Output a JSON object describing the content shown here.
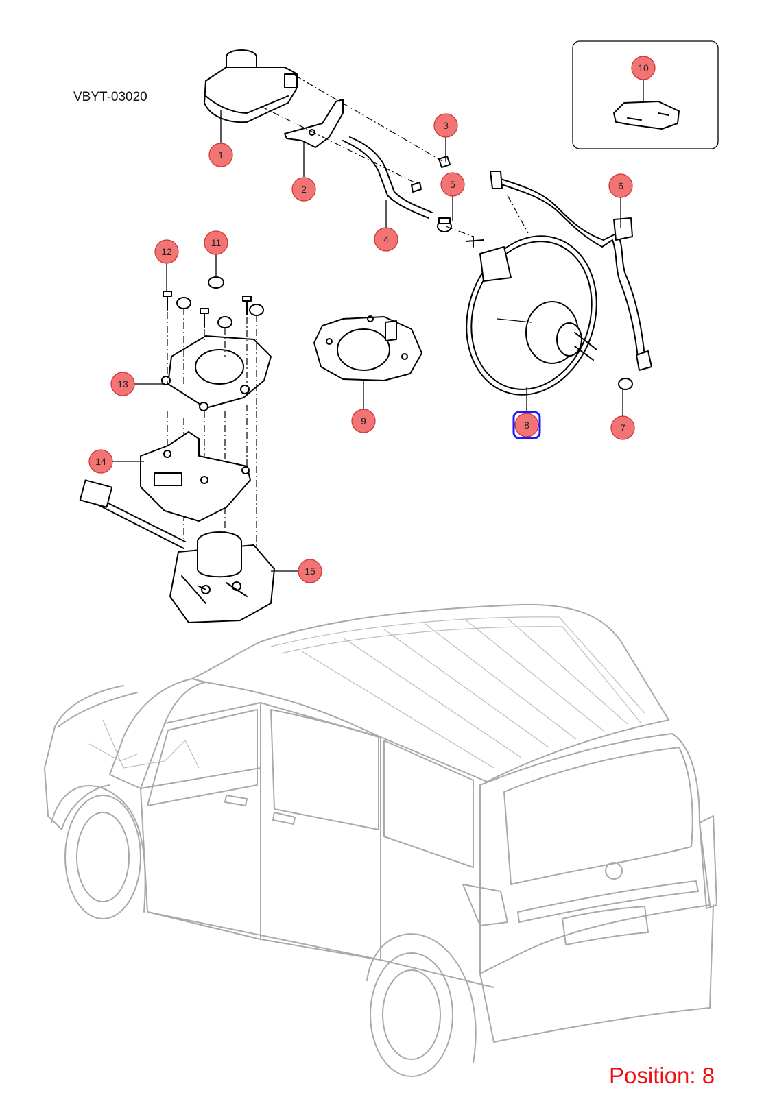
{
  "diagram": {
    "code": "VBYT-03020",
    "position_label": "Position: 8",
    "selected_callout": "8",
    "colors": {
      "callout_fill": "#f27474",
      "callout_stroke": "#cc3333",
      "selected_outline": "#1a1aff",
      "position_text": "#ee1111",
      "vehicle_outline": "#a9a9a9"
    }
  },
  "callouts": [
    {
      "id": "1",
      "label": "1"
    },
    {
      "id": "2",
      "label": "2"
    },
    {
      "id": "3",
      "label": "3"
    },
    {
      "id": "4",
      "label": "4"
    },
    {
      "id": "5",
      "label": "5"
    },
    {
      "id": "6",
      "label": "6"
    },
    {
      "id": "7",
      "label": "7"
    },
    {
      "id": "8",
      "label": "8"
    },
    {
      "id": "9",
      "label": "9"
    },
    {
      "id": "10",
      "label": "10"
    },
    {
      "id": "11",
      "label": "11"
    },
    {
      "id": "12",
      "label": "12"
    },
    {
      "id": "13",
      "label": "13"
    },
    {
      "id": "14",
      "label": "14"
    },
    {
      "id": "15",
      "label": "15"
    }
  ]
}
